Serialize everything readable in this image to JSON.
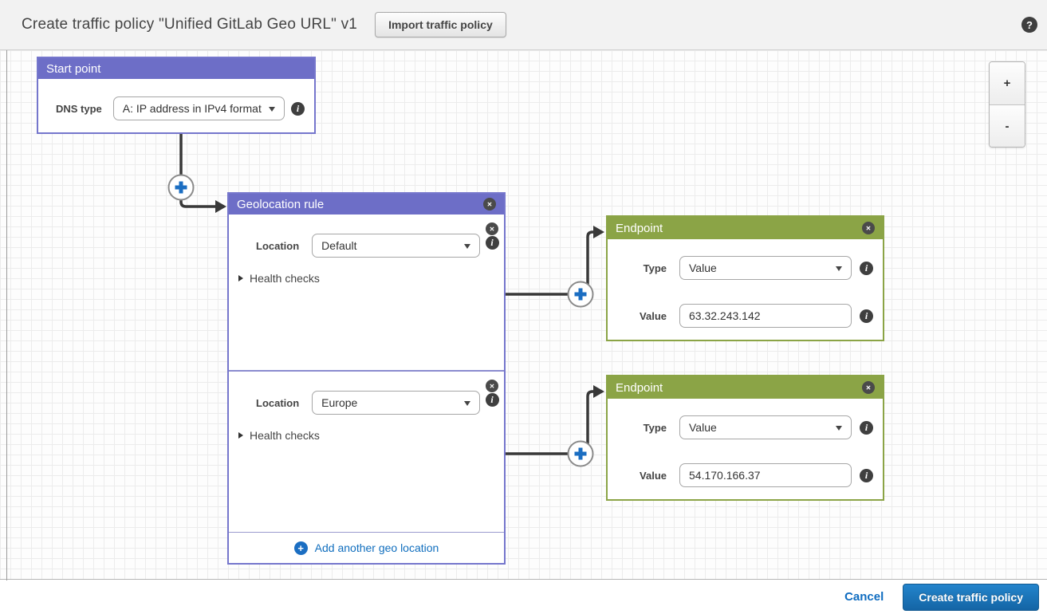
{
  "header": {
    "title": "Create traffic policy \"Unified GitLab Geo URL\" v1",
    "import_button": "Import traffic policy"
  },
  "start_point": {
    "title": "Start point",
    "dns_type_label": "DNS type",
    "dns_type_value": "A: IP address in IPv4 format"
  },
  "geolocation_rule": {
    "title": "Geolocation rule",
    "sections": [
      {
        "location_label": "Location",
        "location_value": "Default",
        "health_checks_label": "Health checks"
      },
      {
        "location_label": "Location",
        "location_value": "Europe",
        "health_checks_label": "Health checks"
      }
    ],
    "add_link": "Add another geo location"
  },
  "endpoints": [
    {
      "title": "Endpoint",
      "type_label": "Type",
      "type_value": "Value",
      "value_label": "Value",
      "value_value": "63.32.243.142"
    },
    {
      "title": "Endpoint",
      "type_label": "Type",
      "type_value": "Value",
      "value_label": "Value",
      "value_value": "54.170.166.37"
    }
  ],
  "zoom_controls": {
    "zoom_in": "+",
    "zoom_out": "-"
  },
  "footer": {
    "cancel": "Cancel",
    "create_button": "Create traffic policy"
  },
  "icons": {
    "close": "✕",
    "info": "i",
    "help": "?",
    "add_plus": "+"
  },
  "colors": {
    "purple_header": "#6d6ec7",
    "green_header": "#8ba446",
    "link_blue": "#106ebe",
    "button_blue": "#1465a5",
    "connector": "#383838",
    "plus_blue": "#1b6ec2"
  }
}
